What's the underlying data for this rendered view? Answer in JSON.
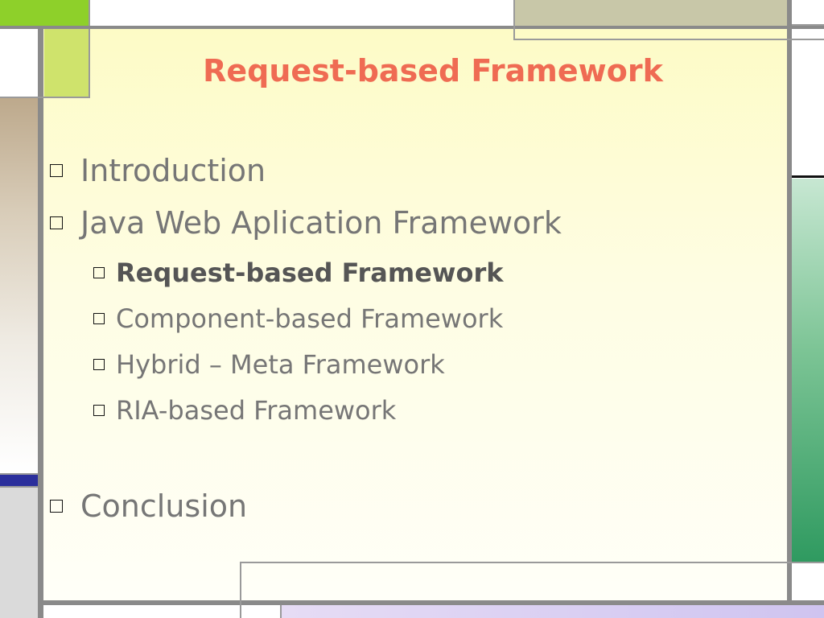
{
  "slide": {
    "title": "Request-based Framework",
    "outline": [
      {
        "label": "Introduction",
        "level": 1,
        "bold": false
      },
      {
        "label": "Java Web Aplication Framework",
        "level": 1,
        "bold": false
      },
      {
        "label": "Request-based Framework",
        "level": 2,
        "bold": true
      },
      {
        "label": "Component-based Framework",
        "level": 2,
        "bold": false
      },
      {
        "label": "Hybrid – Meta Framework",
        "level": 2,
        "bold": false
      },
      {
        "label": "RIA-based Framework",
        "level": 2,
        "bold": false
      },
      {
        "label": "Conclusion",
        "level": 1,
        "bold": false
      }
    ]
  },
  "colors": {
    "title": "#ef6b53",
    "body_text": "#767676",
    "accent_green": "#8ed02a",
    "accent_blue": "#2b2f9c",
    "background_yellow": "#fdfbc6"
  }
}
